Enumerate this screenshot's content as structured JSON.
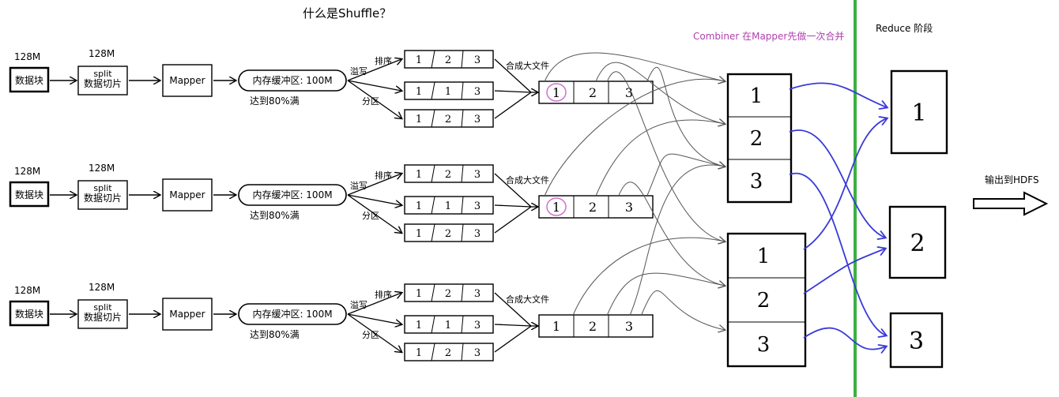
{
  "title": "什么是Shuffle？",
  "combiner_note": "Combiner 在Mapper先做一次合并",
  "reduce_stage_label": "Reduce 阶段",
  "output_label": "输出到HDFS",
  "colors": {
    "ink": "#000000",
    "combiner_text": "#b040b0",
    "blue_arrows": "#3a3ad8",
    "divider_green": "#3cb043",
    "pink_circle": "#d070d0"
  },
  "rows": [
    {
      "block_size": "128M",
      "block_label": "数据块",
      "split_size": "128M",
      "split_top": "split",
      "split_label": "数据切片",
      "mapper": "Mapper",
      "buffer": "内存缓冲区: 100M",
      "threshold": "达到80%满",
      "spill": "溢写",
      "sort": "排序",
      "partition": "分区",
      "spill_files": [
        [
          "1",
          "2",
          "3"
        ],
        [
          "1",
          "1",
          "3"
        ],
        [
          "1",
          "2",
          "3"
        ]
      ],
      "merge_label": "合成大文件",
      "merged": [
        "1",
        "2",
        "3"
      ],
      "circled": true
    },
    {
      "block_size": "128M",
      "block_label": "数据块",
      "split_size": "128M",
      "split_top": "split",
      "split_label": "数据切片",
      "mapper": "Mapper",
      "buffer": "内存缓冲区: 100M",
      "threshold": "达到80%满",
      "spill": "溢写",
      "sort": "排序",
      "partition": "分区",
      "spill_files": [
        [
          "1",
          "2",
          "3"
        ],
        [
          "1",
          "1",
          "3"
        ],
        [
          "1",
          "2",
          "3"
        ]
      ],
      "merge_label": "合成大文件",
      "merged": [
        "1",
        "2",
        "3"
      ],
      "circled": true
    },
    {
      "block_size": "128M",
      "block_label": "数据块",
      "split_size": "128M",
      "split_top": "split",
      "split_label": "数据切片",
      "mapper": "Mapper",
      "buffer": "内存缓冲区: 100M",
      "threshold": "达到80%满",
      "spill": "溢写",
      "sort": "排序",
      "partition": "分区",
      "spill_files": [
        [
          "1",
          "2",
          "3"
        ],
        [
          "1",
          "1",
          "3"
        ],
        [
          "1",
          "2",
          "3"
        ]
      ],
      "merge_label": "合成大文件",
      "merged": [
        "1",
        "2",
        "3"
      ],
      "circled": false
    }
  ],
  "combiner_boxes": [
    {
      "cells": [
        "1",
        "2",
        "3"
      ]
    },
    {
      "cells": [
        "1",
        "2",
        "3"
      ]
    }
  ],
  "reducers": [
    {
      "label": "1"
    },
    {
      "label": "2"
    },
    {
      "label": "3"
    }
  ]
}
